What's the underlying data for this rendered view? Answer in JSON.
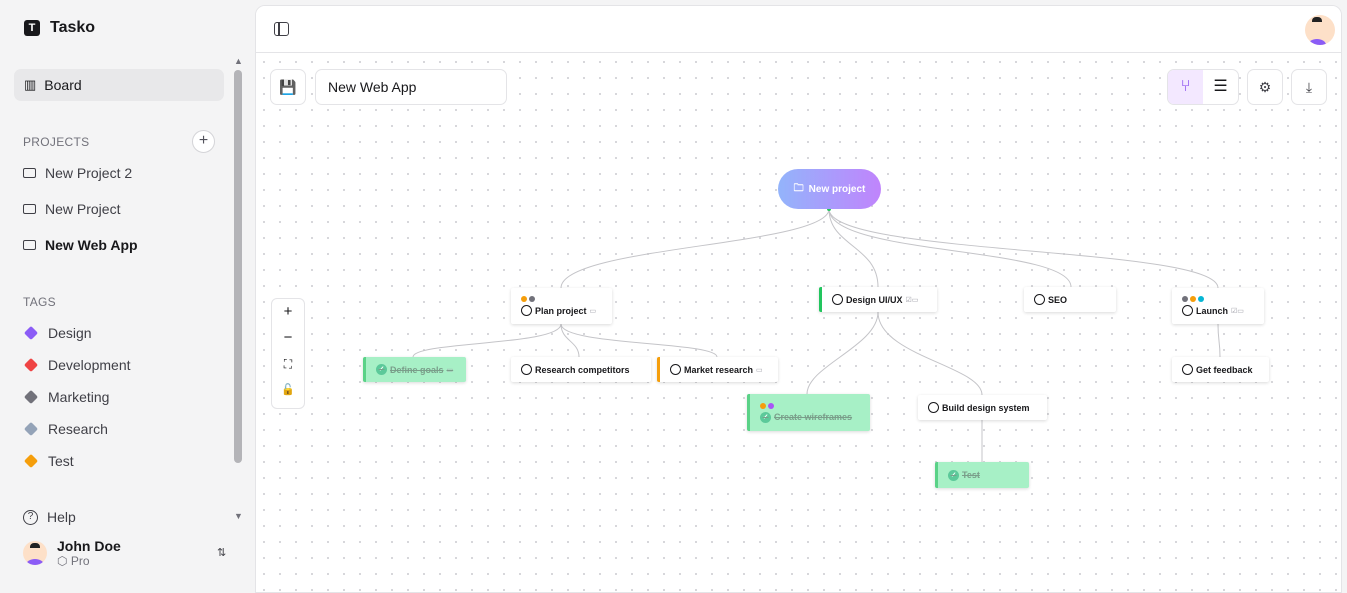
{
  "app": {
    "name": "Tasko"
  },
  "sidebar": {
    "board_label": "Board",
    "projects_heading": "PROJECTS",
    "projects": [
      {
        "label": "New Project 2"
      },
      {
        "label": "New Project"
      },
      {
        "label": "New Web App",
        "active": true
      }
    ],
    "tags_heading": "TAGS",
    "tags": [
      {
        "label": "Design",
        "color": "#8b5cf6"
      },
      {
        "label": "Development",
        "color": "#ef4444"
      },
      {
        "label": "Marketing",
        "color": "#71717a"
      },
      {
        "label": "Research",
        "color": "#94a3b8"
      },
      {
        "label": "Test",
        "color": "#f59e0b"
      }
    ],
    "help_label": "Help",
    "user": {
      "name": "John Doe",
      "plan": "Pro"
    }
  },
  "toolbar": {
    "project_title": "New Web App"
  },
  "graph": {
    "root": "New project",
    "nodes": {
      "plan": {
        "label": "Plan project",
        "done": false,
        "tags": [
          "#f59e0b",
          "#71717a"
        ]
      },
      "design": {
        "label": "Design UI/UX",
        "done": false
      },
      "seo": {
        "label": "SEO",
        "done": false
      },
      "launch": {
        "label": "Launch",
        "done": false,
        "tags": [
          "#71717a",
          "#f59e0b",
          "#06b6d4"
        ]
      },
      "goals": {
        "label": "Define goals",
        "done": true
      },
      "research": {
        "label": "Research competitors",
        "done": false
      },
      "market": {
        "label": "Market research",
        "done": false
      },
      "feedback": {
        "label": "Get feedback",
        "done": false
      },
      "wireframes": {
        "label": "Create wireframes",
        "done": true,
        "tags": [
          "#f59e0b",
          "#a855f7"
        ]
      },
      "dsystem": {
        "label": "Build design system",
        "done": false
      },
      "test": {
        "label": "Test",
        "done": true
      }
    }
  }
}
